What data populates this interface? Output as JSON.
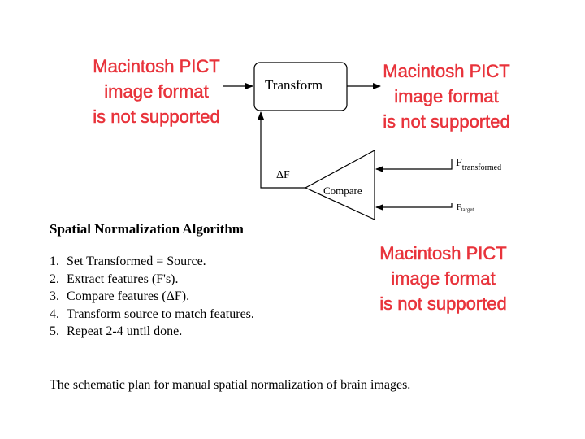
{
  "placeholder_text": [
    "Macintosh PICT",
    "image format",
    "is not supported"
  ],
  "diagram": {
    "transform": "Transform",
    "delta_f": "ΔF",
    "compare": "Compare",
    "f_transformed": "F",
    "f_transformed_sub": "transformed",
    "f_target": "F",
    "f_target_sub": "target"
  },
  "algorithm": {
    "title": "Spatial Normalization Algorithm",
    "steps": [
      {
        "num": "1.",
        "text": "Set Transformed = Source."
      },
      {
        "num": "2.",
        "text": "Extract features (F's)."
      },
      {
        "num": "3.",
        "text": "Compare features (ΔF)."
      },
      {
        "num": "4.",
        "text": "Transform source to match features."
      },
      {
        "num": "5.",
        "text": "Repeat 2-4 until done."
      }
    ]
  },
  "caption": "The schematic plan for manual spatial normalization of brain images.",
  "colors": {
    "placeholder_red": "#e8333b",
    "ink": "#000000"
  }
}
